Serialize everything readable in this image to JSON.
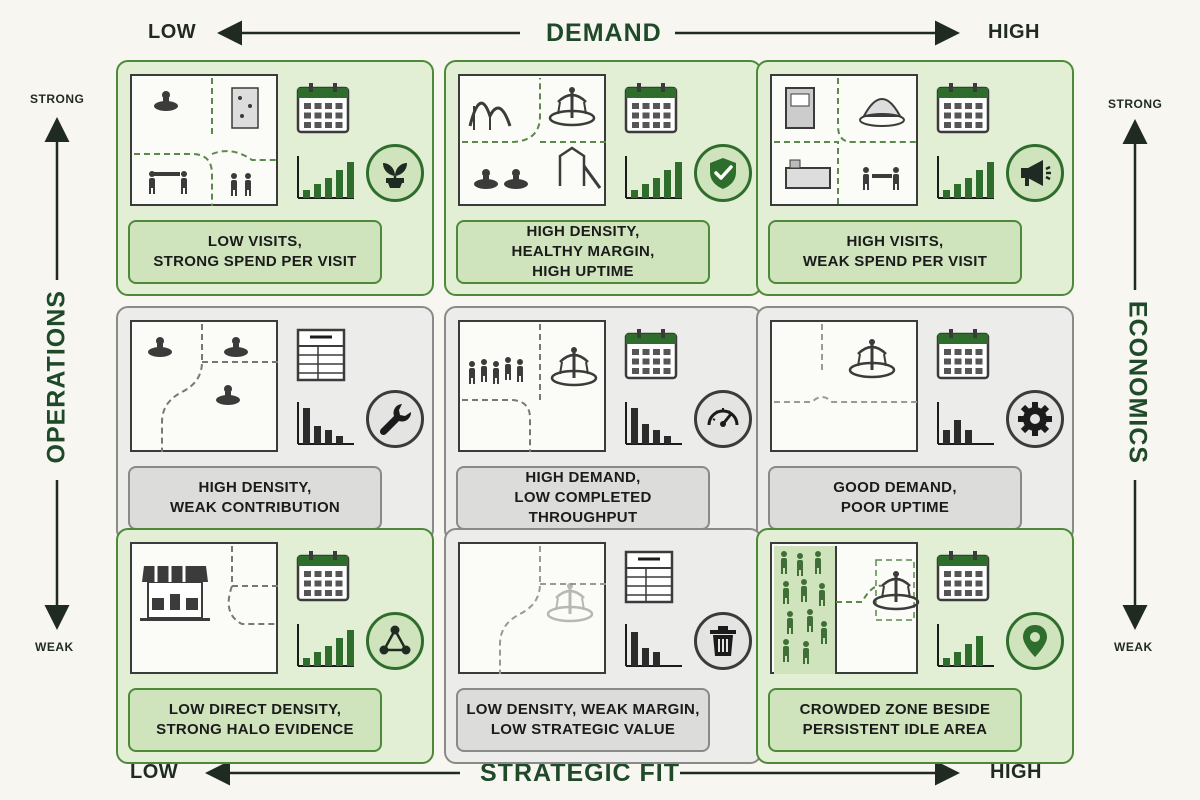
{
  "top_axis": {
    "low": "LOW",
    "title": "DEMAND",
    "high": "HIGH"
  },
  "bottom_axis": {
    "low": "LOW",
    "title": "STRATEGIC FIT",
    "high": "HIGH"
  },
  "left_axis": {
    "strong": "STRONG",
    "title": "OPERATIONS",
    "weak": "WEAK"
  },
  "right_axis": {
    "strong": "STRONG",
    "title": "ECONOMICS",
    "weak": "WEAK"
  },
  "colors": {
    "green_fill": "#e3efd5",
    "green_border": "#4c8a3a",
    "gray_fill": "#ececea",
    "gray_border": "#8a8a88",
    "accent": "#2f6d2c"
  },
  "cells": [
    {
      "caption": [
        "LOW VISITS,",
        "STRONG SPEND PER VISIT"
      ],
      "badge_icon": "plant-icon",
      "style": "green"
    },
    {
      "caption": [
        "HIGH DENSITY,",
        "HEALTHY MARGIN,",
        "HIGH UPTIME"
      ],
      "badge_icon": "shield-check-icon",
      "style": "green"
    },
    {
      "caption": [
        "HIGH VISITS,",
        "WEAK SPEND PER VISIT"
      ],
      "badge_icon": "megaphone-icon",
      "style": "green"
    },
    {
      "caption": [
        "HIGH DENSITY,",
        "WEAK CONTRIBUTION"
      ],
      "badge_icon": "wrench-icon",
      "style": "gray"
    },
    {
      "caption": [
        "HIGH DEMAND,",
        "LOW COMPLETED THROUGHPUT"
      ],
      "badge_icon": "gauge-icon",
      "style": "gray"
    },
    {
      "caption": [
        "GOOD DEMAND,",
        "POOR UPTIME"
      ],
      "badge_icon": "gear-icon",
      "style": "gray"
    },
    {
      "caption": [
        "LOW DIRECT DENSITY,",
        "STRONG HALO EVIDENCE"
      ],
      "badge_icon": "network-icon",
      "style": "green"
    },
    {
      "caption": [
        "LOW DENSITY, WEAK MARGIN,",
        "LOW STRATEGIC VALUE"
      ],
      "badge_icon": "trash-icon",
      "style": "gray"
    },
    {
      "caption": [
        "CROWDED ZONE BESIDE",
        "PERSISTENT IDLE AREA"
      ],
      "badge_icon": "location-pin-icon",
      "style": "green"
    }
  ]
}
